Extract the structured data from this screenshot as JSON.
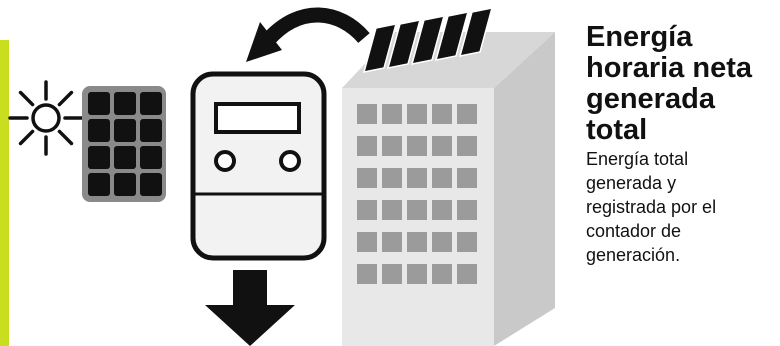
{
  "heading": {
    "line1": "Energía",
    "line2": "horaria neta",
    "line3": "generada",
    "line4": "total"
  },
  "description": {
    "line1": "Energía total",
    "line2": "generada y",
    "line3": "registrada por el",
    "line4": "contador de",
    "line5": "generación."
  },
  "icons": [
    "sun-icon",
    "solar-panel-icon",
    "generation-meter-icon",
    "flow-arrow-icon",
    "down-arrow-icon",
    "building-icon",
    "rooftop-panels-icon"
  ],
  "colors": {
    "accent": "#c9de1f",
    "panel_frame": "#8a8a8a",
    "panel_cell": "#111111",
    "building_front": "#e8e8e8",
    "building_side": "#c9c9c9",
    "building_window": "#9b9b9b",
    "meter_body": "#f2f2f2",
    "text": "#111111"
  }
}
